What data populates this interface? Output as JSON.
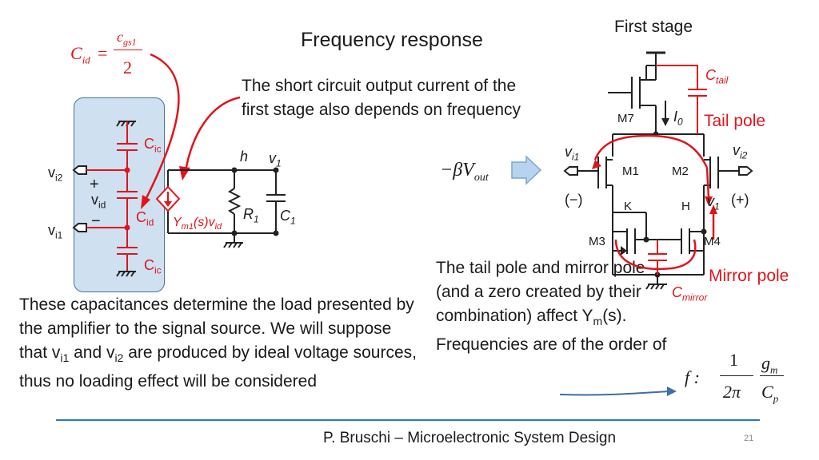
{
  "slide": {
    "title": "Frequency response",
    "first_stage_label": "First stage",
    "paragraph_1": "The short circuit output current of the first stage also depends on frequency",
    "paragraph_2": "The tail pole and mirror pole (and a zero created by their combination) affect Y",
    "paragraph_2_sub": "m",
    "paragraph_2_tail": "(s). Frequencies are of the order of",
    "paragraph_3_a": "These capacitances determine the load presented by the amplifier to the signal source. We will suppose that v",
    "paragraph_3_sub1": "i1",
    "paragraph_3_b": " and v",
    "paragraph_3_sub2": "i2",
    "paragraph_3_c": " are produced by ideal voltage sources, thus no loading effect will be considered",
    "footer": "P. Bruschi – Microelectronic System Design",
    "page_number": "21"
  },
  "equations": {
    "cid_lhs": "C",
    "cid_lhs_sub": "id",
    "cid_eq": "=",
    "cid_num": "c",
    "cid_num_sub": "gs1",
    "cid_den": "2",
    "beta_vout": "−βV",
    "beta_vout_sub": "out",
    "freq_f": "f :",
    "freq_num1": "1",
    "freq_den1": "2π",
    "freq_num2": "g",
    "freq_num2_sub": "m",
    "freq_den2": "C",
    "freq_den2_sub": "p"
  },
  "left_circuit": {
    "cic_top": "C",
    "cic_top_sub": "ic",
    "vi2": "v",
    "vi2_sub": "i2",
    "plus": "+",
    "vid": "v",
    "vid_sub": "id",
    "minus": "−",
    "cid": "C",
    "cid_sub": "id",
    "vi1": "v",
    "vi1_sub": "i1",
    "cic_bot": "C",
    "cic_bot_sub": "ic",
    "h": "h",
    "v1": "v",
    "v1_sub": "1",
    "ym": "Y",
    "ym_sub": "m1",
    "ym_mid": "(s)v",
    "ym_sub2": "id",
    "r1": "R",
    "r1_sub": "1",
    "c1": "C",
    "c1_sub": "1"
  },
  "right_circuit": {
    "ctail": "C",
    "ctail_sub": "tail",
    "tail_pole": "Tail pole",
    "m7": "M7",
    "i0": "I",
    "i0_sub": "0",
    "vi1": "v",
    "vi1_sub": "i1",
    "vi2": "v",
    "vi2_sub": "i2",
    "m1": "M1",
    "m2": "M2",
    "neg": "(−)",
    "pos": "(+)",
    "k": "K",
    "h": "H",
    "v1": "v",
    "v1_sub": "1",
    "m3": "M3",
    "m4": "M4",
    "mirror_pole": "Mirror pole",
    "cmirror": "C",
    "cmirror_sub": "mirror"
  },
  "colors": {
    "accent": "#e0141b",
    "panel": "#cfe0f1",
    "rule": "#2b78b5",
    "arrow_fill": "#b7d3ee"
  }
}
